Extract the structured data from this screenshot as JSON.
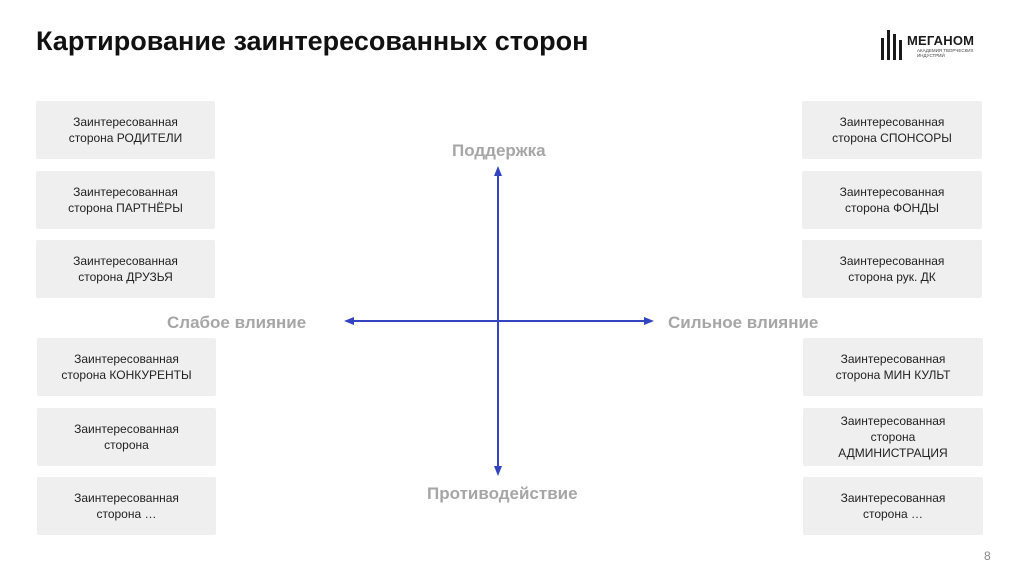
{
  "slide": {
    "title": "Картирование заинтересованных сторон",
    "page_number": "8"
  },
  "logo": {
    "name": "МЕГАНОМ",
    "subtitle": "АКАДЕМИЯ ТВОРЧЕСКИХ ИНДУСТРИЙ"
  },
  "axes": {
    "top": "Поддержка",
    "bottom": "Противодействие",
    "left": "Слабое влияние",
    "right": "Сильное влияние",
    "color": "#3344c0"
  },
  "left_cards": [
    "Заинтересованная\nсторона РОДИТЕЛИ",
    "Заинтересованная\nсторона ПАРТНЁРЫ",
    "Заинтересованная\nсторона ДРУЗЬЯ",
    "Заинтересованная\nсторона КОНКУРЕНТЫ",
    "Заинтересованная\nсторона",
    "Заинтересованная\nсторона …"
  ],
  "right_cards": [
    "Заинтересованная\nсторона СПОНСОРЫ",
    "Заинтересованная\nсторона ФОНДЫ",
    "Заинтересованная\nсторона рук. ДК",
    "Заинтересованная\nсторона МИН КУЛЬТ",
    "Заинтересованная\nсторона\nАДМИНИСТРАЦИЯ",
    "Заинтересованная\nсторона …"
  ]
}
